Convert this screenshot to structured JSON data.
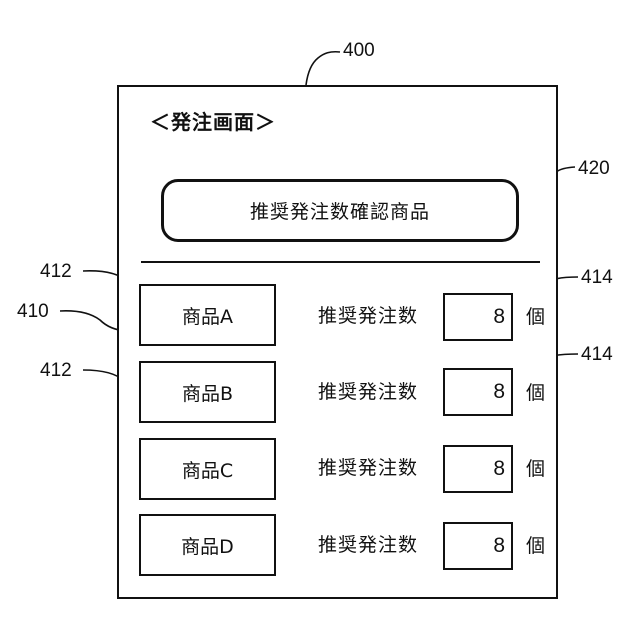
{
  "ref_numbers": {
    "screen": "400",
    "row": "410",
    "product_box_1": "412",
    "product_box_2": "412",
    "qty_field_1": "414",
    "qty_field_2": "414",
    "confirm_button": "420"
  },
  "screen": {
    "title": "＜発注画面＞",
    "confirm_button_label": "推奨発注数確認商品"
  },
  "rows": [
    {
      "product": "商品A",
      "qty_label": "推奨発注数",
      "qty_value": "8",
      "unit": "個"
    },
    {
      "product": "商品B",
      "qty_label": "推奨発注数",
      "qty_value": "8",
      "unit": "個"
    },
    {
      "product": "商品C",
      "qty_label": "推奨発注数",
      "qty_value": "8",
      "unit": "個"
    },
    {
      "product": "商品D",
      "qty_label": "推奨発注数",
      "qty_value": "8",
      "unit": "個"
    }
  ]
}
